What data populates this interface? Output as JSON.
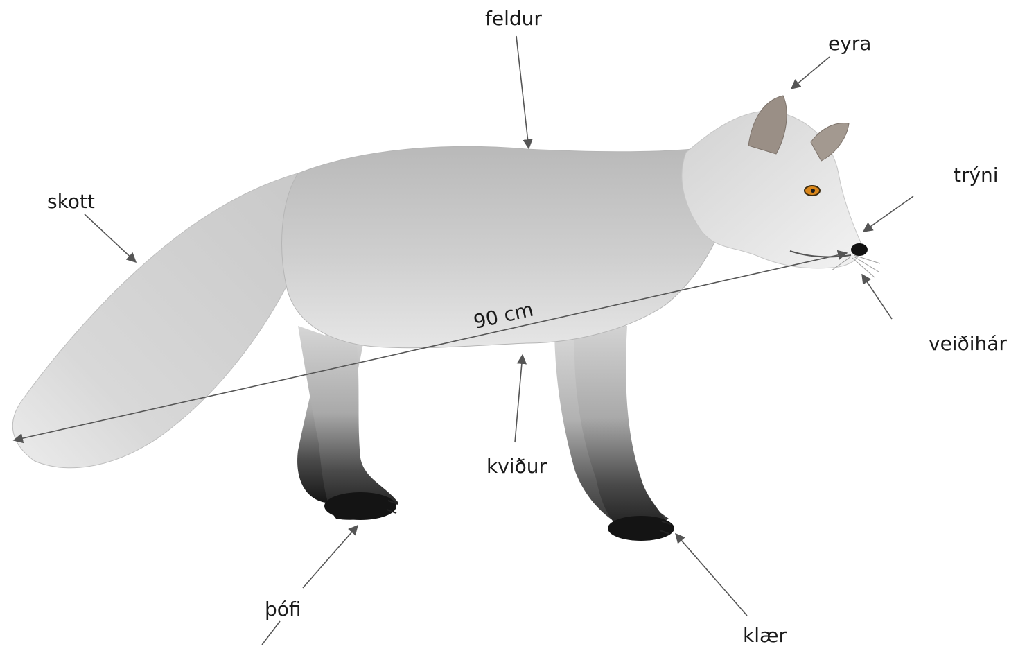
{
  "figure": {
    "subject": "arctic fox",
    "labels": {
      "feldur": "feldur",
      "eyra": "eyra",
      "tryni": "trýni",
      "skott": "skott",
      "veidihar": "veiðihár",
      "kvidur": "kviður",
      "pofi": "þófi",
      "klaer": "klær"
    },
    "measurement": "90 cm"
  },
  "colors": {
    "fur_light": "#e2e2e2",
    "fur_mid": "#c4c4c4",
    "fur_dark": "#8e8e8e",
    "paw_dark": "#1c1c1c",
    "eye": "#d9861a",
    "arrow": "#555555"
  }
}
